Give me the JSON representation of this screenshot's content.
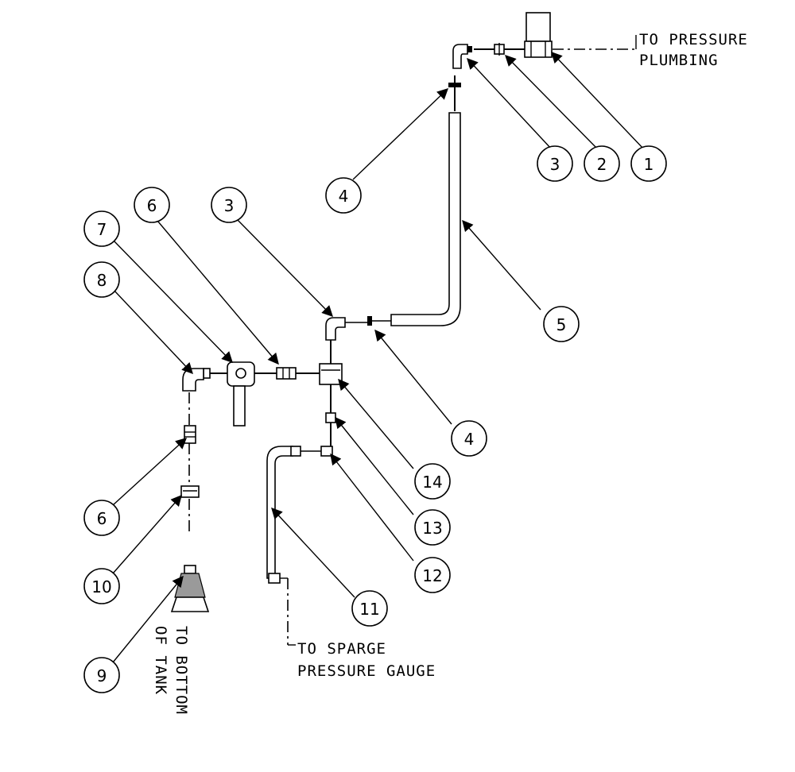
{
  "callout_labels": {
    "c1": "1",
    "c2": "2",
    "c3a": "3",
    "c4a": "4",
    "c5": "5",
    "c3b": "3",
    "c6a": "6",
    "c7": "7",
    "c8": "8",
    "c4b": "4",
    "c14": "14",
    "c13": "13",
    "c12": "12",
    "c11": "11",
    "c6b": "6",
    "c10": "10",
    "c9": "9"
  },
  "notes": {
    "pressure_line1": "TO PRESSURE",
    "pressure_line2": "PLUMBING",
    "sparge_line1": "TO SPARGE",
    "sparge_line2": "PRESSURE GAUGE",
    "tank_line1": "TO BOTTOM",
    "tank_line2": "OF TANK"
  }
}
